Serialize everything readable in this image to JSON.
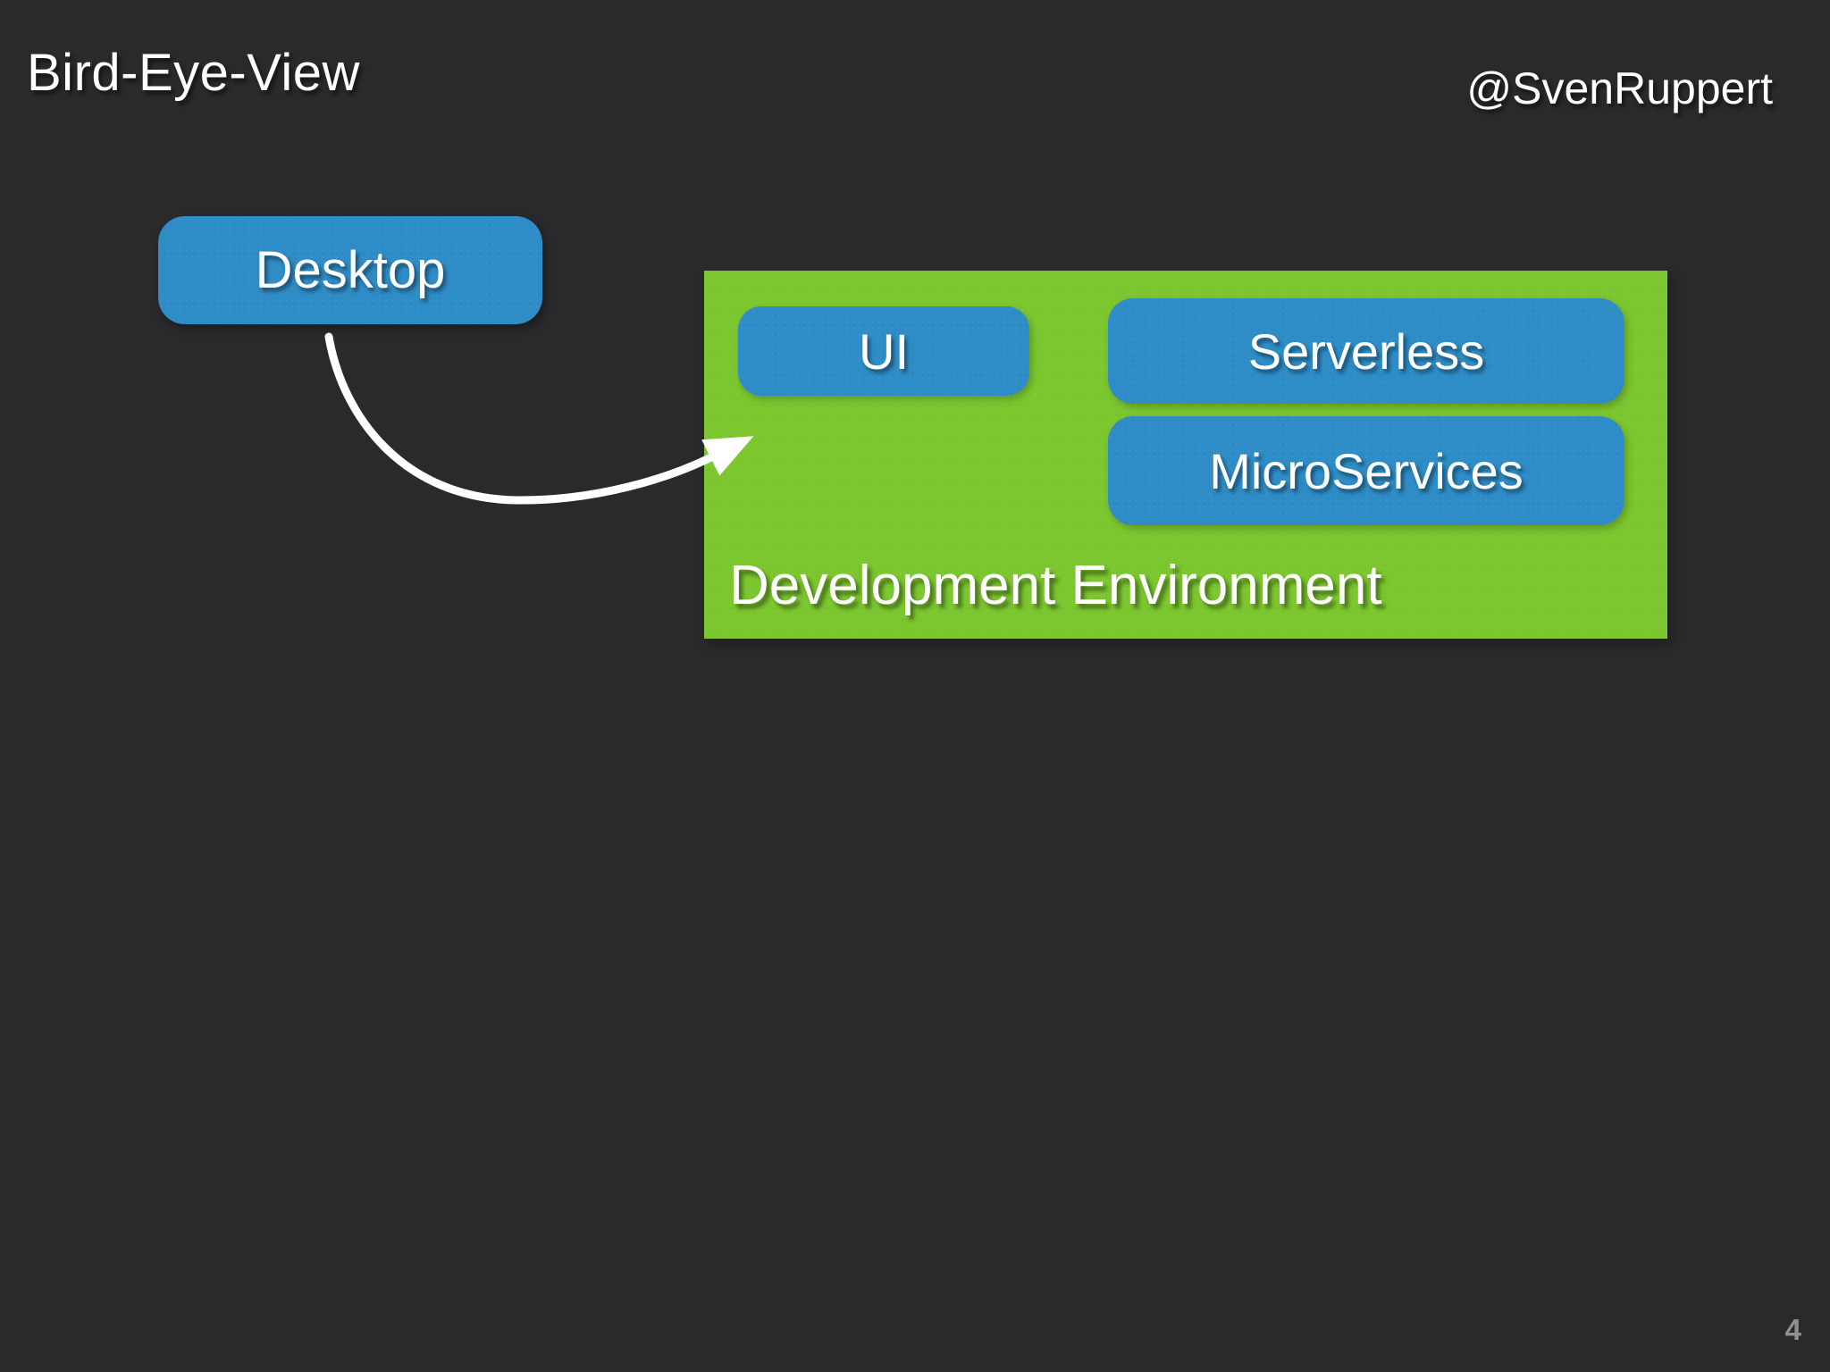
{
  "slide": {
    "title": "Bird-Eye-View",
    "author_handle": "@SvenRuppert",
    "page_number": "4"
  },
  "diagram": {
    "desktop_box": {
      "label": "Desktop"
    },
    "environment_box": {
      "label": "Development Environment",
      "children": [
        {
          "label": "UI"
        },
        {
          "label": "Serverless"
        },
        {
          "label": "MicroServices"
        }
      ]
    },
    "arrow": {
      "from": "Desktop",
      "to": "Development Environment"
    }
  },
  "colors": {
    "background": "#2a2a2c",
    "node_blue": "#2e8cc6",
    "environment_green": "#7cc62f",
    "text_white": "#ffffff",
    "arrow_white": "#ffffff",
    "page_number_gray": "#909093"
  }
}
